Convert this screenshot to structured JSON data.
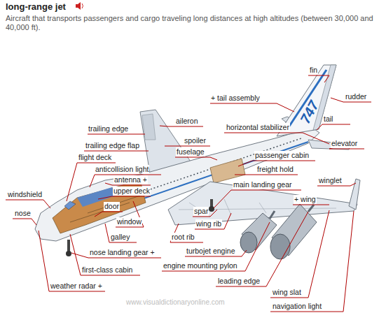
{
  "diagram": {
    "title": "long-range jet",
    "caption": "Aircraft that transports passengers and cargo traveling long distances at high altitudes (between 30,000 and 40,000 ft).",
    "labels": [
      "fin",
      "+ tail assembly",
      "rudder",
      "aileron",
      "horizontal stabilizer",
      "tail",
      "trailing edge",
      "spoiler",
      "elevator",
      "trailing edge flap",
      "fuselage",
      "passenger cabin",
      "flight deck",
      "anticollision light",
      "freight hold",
      "winglet",
      "antenna +",
      "upper deck",
      "main landing gear",
      "windshield",
      "+ wing",
      "door",
      "spar",
      "nose",
      "window",
      "wing rib",
      "galley",
      "root rib",
      "nose landing gear +",
      "turbojet engine",
      "engine mounting pylon",
      "first-class cabin",
      "leading edge",
      "weather radar +",
      "wing slat",
      "navigation light",
      "747",
      "www.visualdictionaryonline.com"
    ]
  }
}
